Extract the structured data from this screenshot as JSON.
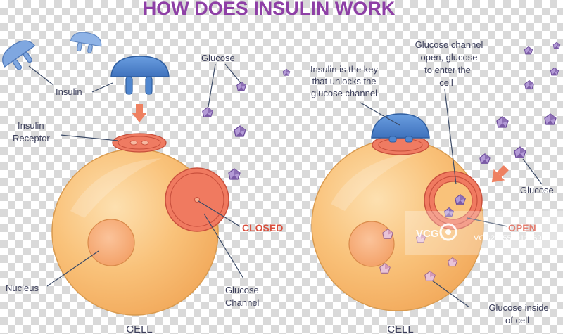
{
  "title": "HOW DOES INSULIN WORK",
  "left": {
    "insulin_label": "Insulin",
    "receptor_label_line1": "Insulin",
    "receptor_label_line2": "Receptor",
    "glucose_label": "Glucose",
    "closed_label": "CLOSED",
    "channel_label_line1": "Glucose",
    "channel_label_line2": "Channel",
    "nucleus_label": "Nucleus",
    "cell_label": "CELL"
  },
  "right": {
    "key_label_line1": "Insulin is the key",
    "key_label_line2": "that unlocks  the",
    "key_label_line3": "glucose channel",
    "open_channel_line1": "Glucose channel",
    "open_channel_line2": "open, glucose",
    "open_channel_line3": "to enter the",
    "open_channel_line4": "cell",
    "glucose_label": "Glucose",
    "open_label": "OPEN",
    "inside_label_line1": "Glucose inside",
    "inside_label_line2": "of cell",
    "cell_label": "CELL"
  },
  "watermark": {
    "logo": "VCG",
    "id_text": "VCG211554912869"
  },
  "colors": {
    "title": "#8e3fa6",
    "cell_fill": "#f9c27a",
    "cell_stroke": "#d9a055",
    "channel": "#e8725c",
    "insulin": "#4f86cf",
    "glucose": "#8d6fb5",
    "status_red": "#d94e3c",
    "arrow": "#ee8060"
  }
}
